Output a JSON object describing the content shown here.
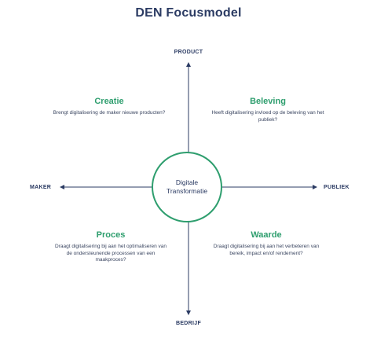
{
  "title": "DEN Focusmodel",
  "axes": {
    "top": "PRODUCT",
    "bottom": "BEDRIJF",
    "left": "MAKER",
    "right": "PUBLIEK"
  },
  "center": {
    "line1": "Digitale",
    "line2": "Transformatie"
  },
  "quadrants": {
    "top_left": {
      "title": "Creatie",
      "text": "Brengt digitalisering de maker nieuwe producten?"
    },
    "top_right": {
      "title": "Beleving",
      "text": "Heeft digitalisering invloed op de beleving van het publiek?"
    },
    "bottom_left": {
      "title": "Proces",
      "text": "Draagt digitalisering bij aan het optimaliseren van de ondersteunende processen van een maakproces?"
    },
    "bottom_right": {
      "title": "Waarde",
      "text": "Draagt digitalisering bij aan het verbeteren van bereik, impact en/of rendement?"
    }
  },
  "colors": {
    "accent": "#2e9e6e",
    "text": "#2b3b63",
    "axis": "#2b3b63"
  }
}
